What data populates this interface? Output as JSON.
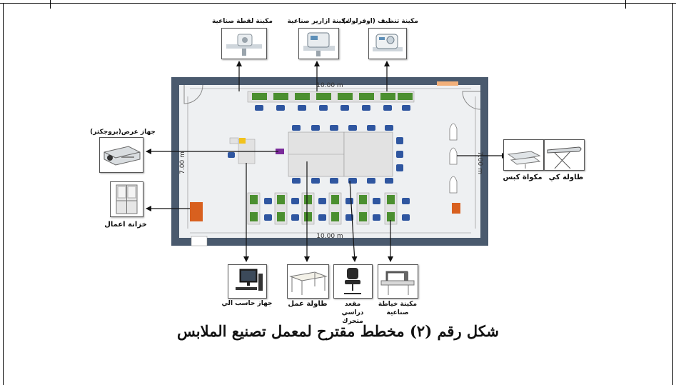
{
  "figure": {
    "caption": "شكل رقم (٢) مخطط مقترح لمعمل تصنيع الملابس"
  },
  "room": {
    "dim_top": "10.00 m",
    "dim_bottom": "10.00 m",
    "dim_left": "7.00 m",
    "dim_right": "7.00 m"
  },
  "labels": {
    "cutting_machine": "مكينة لقطة صناعية",
    "buttonhole_machine": "مكينة ازارير صناعية",
    "overlock_machine": "مكينة تنظيف (اوفرلوك)",
    "projector": "جهاز عرض(بروجكتر)",
    "cabinet": "خزانة اعمال",
    "press_iron": "مكواة كبس",
    "ironing_table": "طاولة كي",
    "computer": "جهاز حاسب الي",
    "work_table": "طاولة عمل",
    "chair": "مقعد دراسي متحرك",
    "sewing_machine": "مكينة خياطة صناعية"
  },
  "colors": {
    "wall": "#4a5a6e",
    "floor": "#eef0f2",
    "table": "#e2e2e2",
    "machine": "#4b8f2f",
    "chair": "#2f56a0",
    "cabinet": "#d8601f",
    "projector_stand": "#f2c21b",
    "projector_marker": "#7a2b9a"
  }
}
